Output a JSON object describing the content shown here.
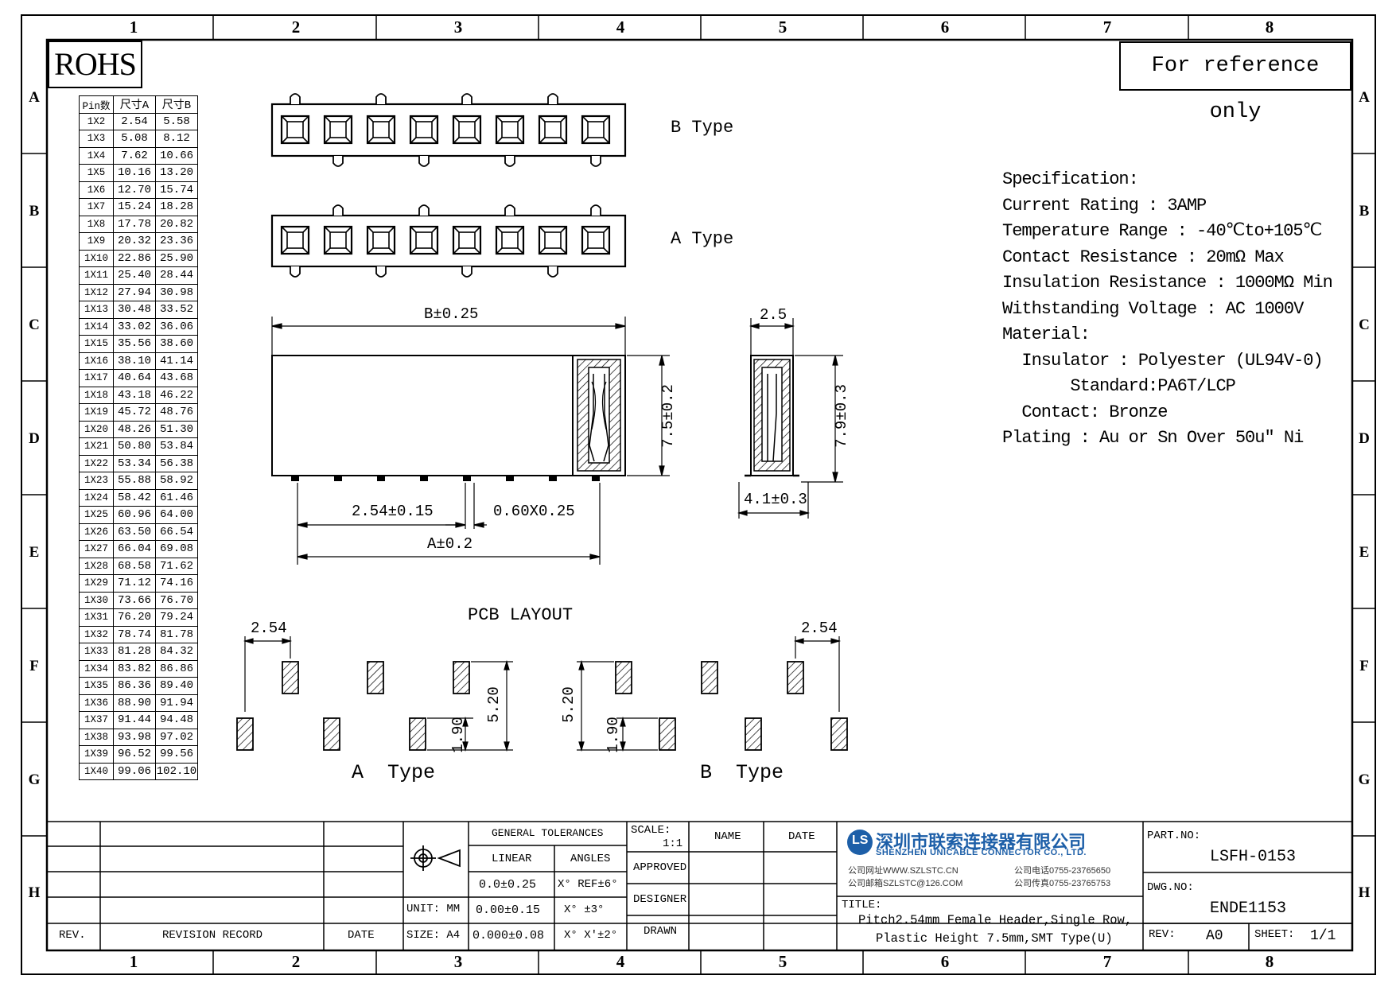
{
  "zones": {
    "columns": [
      "1",
      "2",
      "3",
      "4",
      "5",
      "6",
      "7",
      "8"
    ],
    "rows": [
      "A",
      "B",
      "C",
      "D",
      "E",
      "F",
      "G",
      "H"
    ]
  },
  "rohs": "ROHS",
  "reference_note": "For reference only",
  "pin_table": {
    "headers": [
      "Pin数",
      "尺寸A",
      "尺寸B"
    ],
    "rows": [
      [
        "1X2",
        "2.54",
        "5.58"
      ],
      [
        "1X3",
        "5.08",
        "8.12"
      ],
      [
        "1X4",
        "7.62",
        "10.66"
      ],
      [
        "1X5",
        "10.16",
        "13.20"
      ],
      [
        "1X6",
        "12.70",
        "15.74"
      ],
      [
        "1X7",
        "15.24",
        "18.28"
      ],
      [
        "1X8",
        "17.78",
        "20.82"
      ],
      [
        "1X9",
        "20.32",
        "23.36"
      ],
      [
        "1X10",
        "22.86",
        "25.90"
      ],
      [
        "1X11",
        "25.40",
        "28.44"
      ],
      [
        "1X12",
        "27.94",
        "30.98"
      ],
      [
        "1X13",
        "30.48",
        "33.52"
      ],
      [
        "1X14",
        "33.02",
        "36.06"
      ],
      [
        "1X15",
        "35.56",
        "38.60"
      ],
      [
        "1X16",
        "38.10",
        "41.14"
      ],
      [
        "1X17",
        "40.64",
        "43.68"
      ],
      [
        "1X18",
        "43.18",
        "46.22"
      ],
      [
        "1X19",
        "45.72",
        "48.76"
      ],
      [
        "1X20",
        "48.26",
        "51.30"
      ],
      [
        "1X21",
        "50.80",
        "53.84"
      ],
      [
        "1X22",
        "53.34",
        "56.38"
      ],
      [
        "1X23",
        "55.88",
        "58.92"
      ],
      [
        "1X24",
        "58.42",
        "61.46"
      ],
      [
        "1X25",
        "60.96",
        "64.00"
      ],
      [
        "1X26",
        "63.50",
        "66.54"
      ],
      [
        "1X27",
        "66.04",
        "69.08"
      ],
      [
        "1X28",
        "68.58",
        "71.62"
      ],
      [
        "1X29",
        "71.12",
        "74.16"
      ],
      [
        "1X30",
        "73.66",
        "76.70"
      ],
      [
        "1X31",
        "76.20",
        "79.24"
      ],
      [
        "1X32",
        "78.74",
        "81.78"
      ],
      [
        "1X33",
        "81.28",
        "84.32"
      ],
      [
        "1X34",
        "83.82",
        "86.86"
      ],
      [
        "1X35",
        "86.36",
        "89.40"
      ],
      [
        "1X36",
        "88.90",
        "91.94"
      ],
      [
        "1X37",
        "91.44",
        "94.48"
      ],
      [
        "1X38",
        "93.98",
        "97.02"
      ],
      [
        "1X39",
        "96.52",
        "99.56"
      ],
      [
        "1X40",
        "99.06",
        "102.10"
      ]
    ]
  },
  "top_views": {
    "b_type_label": "B Type",
    "a_type_label": "A Type"
  },
  "dimensions": {
    "b_width": "B±0.25",
    "height_75": "7.5±0.2",
    "pitch": "2.54±0.15",
    "pin_size": "0.60X0.25",
    "a_width": "A±0.2",
    "side_top": "2.5",
    "side_height": "7.9±0.3",
    "side_bottom": "4.1±0.3"
  },
  "specification": [
    "Specification:",
    "Current Rating : 3AMP",
    "Temperature Range : -40℃to+105℃",
    "Contact Resistance : 20mΩ Max",
    "Insulation Resistance : 1000MΩ Min",
    "Withstanding Voltage : AC 1000V",
    "Material:",
    "  Insulator : Polyester (UL94V-0)",
    "       Standard:PA6T/LCP",
    "  Contact: Bronze",
    "Plating : Au or Sn Over 50u\" Ni"
  ],
  "pcb_layout": {
    "title": "PCB LAYOUT",
    "pitch_left": "2.54",
    "pitch_right": "2.54",
    "offset_a": "5.20",
    "pad_a": "1.90",
    "offset_b": "5.20",
    "pad_b": "1.90",
    "a_label": "A  Type",
    "b_label": "B  Type"
  },
  "title_block": {
    "rev_header": "REV.",
    "revision_record": "REVISION RECORD",
    "date_header": "DATE",
    "unit": "UNIT: MM",
    "size": "SIZE: A4",
    "general_tolerances": "GENERAL TOLERANCES",
    "linear": "LINEAR",
    "angles": "ANGLES",
    "tol_linear": [
      "0.0±0.25",
      "0.00±0.15",
      "0.000±0.08"
    ],
    "tol_angles": [
      "X° REF±6°",
      "X° ±3°",
      "X° X'±2°"
    ],
    "scale_label": "SCALE:",
    "scale_value": "1:1",
    "name": "NAME",
    "date": "DATE",
    "approved": "APPROVED",
    "designer": "DESIGNER",
    "drawn": "DRAWN",
    "company_cn": "深圳市联索连接器有限公司",
    "company_en": "SHENZHEN UNICABLE CONNECTOR CO., LTD.",
    "website": "公司网址WWW.SZLSTC.CN",
    "email": "公司邮箱SZLSTC@126.COM",
    "phone": "公司电话0755-23765650",
    "fax": "公司传真0755-23765753",
    "logo_text": "LS",
    "title_label": "TITLE:",
    "title_line1": "Pitch2.54mm Female Header,Single Row,",
    "title_line2": "Plastic Height 7.5mm,SMT Type(U)",
    "part_no_label": "PART.NO:",
    "part_no": "LSFH-0153",
    "dwg_no_label": "DWG.NO:",
    "dwg_no": "ENDE1153",
    "rev_label": "REV:",
    "rev_value": "A0",
    "sheet_label": "SHEET:",
    "sheet_value": "1/1"
  }
}
